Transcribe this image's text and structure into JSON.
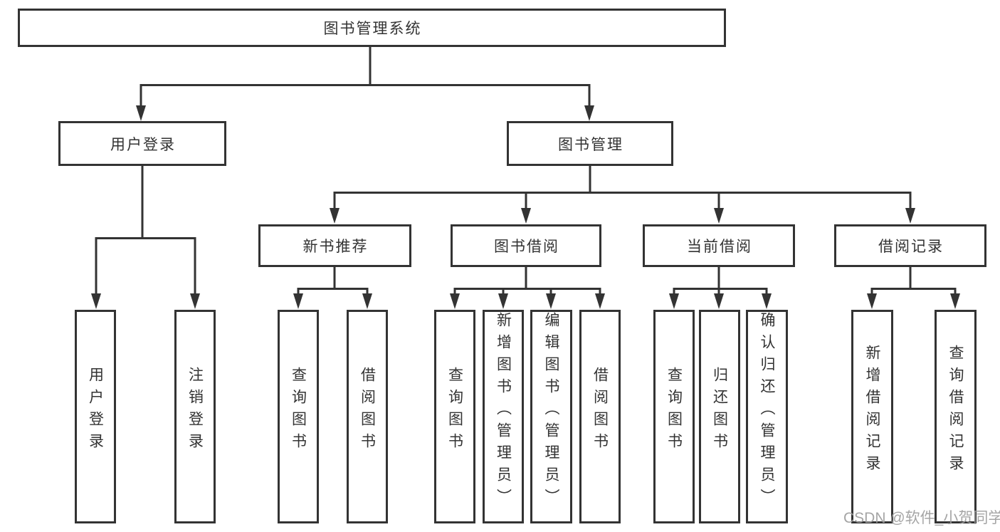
{
  "diagram": {
    "type": "tree-diagram",
    "root": {
      "label": "图书管理系统"
    },
    "branches": [
      {
        "label": "用户登录",
        "leaves": [
          {
            "label": "用户登录"
          },
          {
            "label": "注销登录"
          }
        ]
      },
      {
        "label": "图书管理",
        "groups": [
          {
            "label": "新书推荐",
            "leaves": [
              {
                "label": "查询图书"
              },
              {
                "label": "借阅图书"
              }
            ]
          },
          {
            "label": "图书借阅",
            "leaves": [
              {
                "label": "查询图书"
              },
              {
                "label": "新增图书（管理员）"
              },
              {
                "label": "编辑图书（管理员）"
              },
              {
                "label": "借阅图书"
              }
            ]
          },
          {
            "label": "当前借阅",
            "leaves": [
              {
                "label": "查询图书"
              },
              {
                "label": "归还图书"
              },
              {
                "label": "确认归还（管理员）"
              }
            ]
          },
          {
            "label": "借阅记录",
            "leaves": [
              {
                "label": "新增借阅记录"
              },
              {
                "label": "查询借阅记录"
              }
            ]
          }
        ]
      }
    ]
  },
  "watermark": {
    "text": "CSDN @软件_小贺同学"
  },
  "colors": {
    "line": "#333333",
    "box_border": "#333333",
    "text": "#333333",
    "watermark": "#9e9e9e",
    "background": "#ffffff"
  }
}
